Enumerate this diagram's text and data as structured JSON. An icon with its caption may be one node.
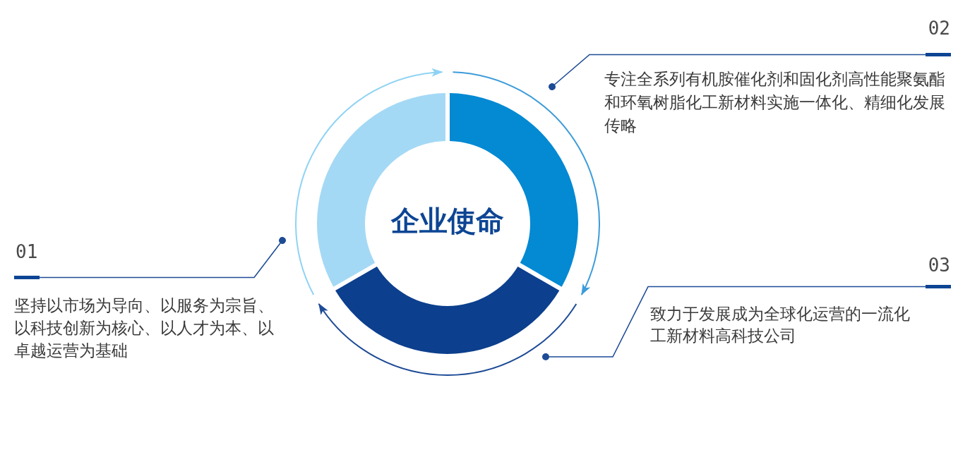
{
  "diagram": {
    "nodes": [
      {
        "text": [
          "企业使命"
        ]
      },
      {
        "text": [],
        "shape": "segment"
      },
      {
        "text": [],
        "shape": "segment"
      },
      {
        "text": [],
        "shape": "segment"
      },
      {
        "text": [
          "01",
          "坚持以市场为导向、以服务为宗旨、以科技创新为核心、以人才为本、以卓越运营为基础"
        ]
      },
      {
        "text": [
          "02",
          "专注全系列有机胺催化剂和固化剂高性能聚氨酯和环氧树脂化工新材料实施一体化、精细化发展传略"
        ]
      },
      {
        "text": [
          "03",
          "致力于发展成为全球化运营的一流化工新材料高科技公司"
        ]
      }
    ],
    "edges": [
      {
        "from": 4,
        "to": null,
        "arrow": "other"
      },
      {
        "from": 5,
        "to": null,
        "arrow": "other"
      },
      {
        "from": 6,
        "to": null,
        "arrow": "other"
      }
    ]
  }
}
